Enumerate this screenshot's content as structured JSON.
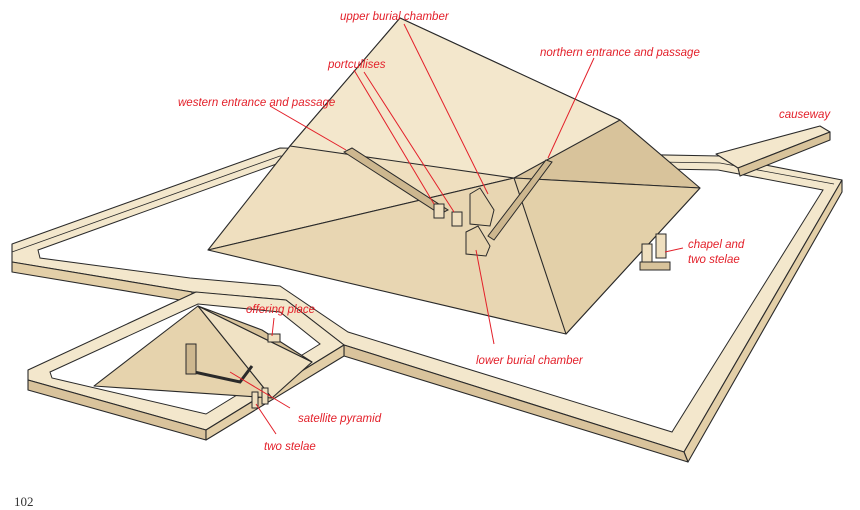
{
  "labels": {
    "upper_burial_chamber": "upper burial chamber",
    "portcullises": "portcullises",
    "northern_entrance": "northern entrance and passage",
    "western_entrance": "western entrance and passage",
    "causeway": "causeway",
    "chapel_line1": "chapel and",
    "chapel_line2": "two stelae",
    "offering_place": "offering place",
    "lower_burial_chamber": "lower burial chamber",
    "satellite_pyramid": "satellite pyramid",
    "two_stelae": "two stelae"
  },
  "page_number": "102",
  "colors": {
    "label_red": "#e3202a",
    "stone_light": "#efdfbf",
    "stone_mid": "#e6d3ad",
    "stone_dark": "#d8c39b",
    "wall_top": "#f3e7cc"
  }
}
